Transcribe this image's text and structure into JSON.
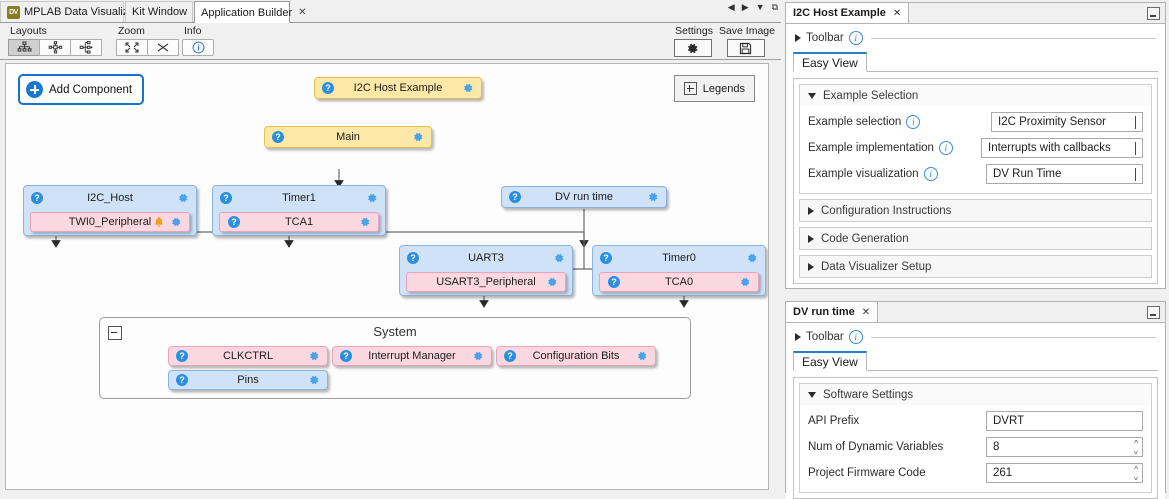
{
  "window": {
    "tabs": [
      {
        "label": "MPLAB Data Visualizer",
        "active": false,
        "logo": "DV"
      },
      {
        "label": "Kit Window",
        "active": false
      },
      {
        "label": "Application Builder",
        "active": true
      }
    ],
    "close_glyph": "✕",
    "nav": {
      "prev": "◀",
      "next": "▶",
      "list": "▼",
      "restore": "⧉"
    }
  },
  "toolbar": {
    "layouts_label": "Layouts",
    "zoom_label": "Zoom",
    "info_label": "Info",
    "settings_label": "Settings",
    "save_image_label": "Save Image",
    "buttons": {
      "layout_tree_down": "layout-tree-down",
      "layout_radial": "layout-radial",
      "layout_tree_right": "layout-tree-right",
      "zoom_fit": "zoom-fit",
      "zoom_collapse": "zoom-collapse",
      "info": "info",
      "settings": "gear",
      "save_image": "floppy-disk"
    }
  },
  "canvas": {
    "add_component_label": "Add Component",
    "legends_label": "Legends",
    "system_label": "System",
    "nodes": {
      "i2c_host_example": "I2C Host Example",
      "main": "Main",
      "i2c_host": "I2C_Host",
      "twi0_peripheral": "TWI0_Peripheral",
      "timer1": "Timer1",
      "tca1": "TCA1",
      "dv_run_time": "DV run time",
      "uart3": "UART3",
      "usart3_peripheral": "USART3_Peripheral",
      "timer0": "Timer0",
      "tca0": "TCA0",
      "clkctrl": "CLKCTRL",
      "interrupt_manager": "Interrupt Manager",
      "configuration_bits": "Configuration Bits",
      "pins": "Pins"
    },
    "icons": {
      "help": "?",
      "gear": "gear-icon",
      "bell": "bell-icon"
    }
  },
  "right": {
    "dock_top": {
      "tab_label": "I2C Host Example",
      "toolbar_label": "Toolbar",
      "view_tab_label": "Easy View",
      "sections": [
        {
          "label": "Example Selection",
          "open": true
        },
        {
          "label": "Configuration Instructions",
          "open": false
        },
        {
          "label": "Code Generation",
          "open": false
        },
        {
          "label": "Data Visualizer Setup",
          "open": false
        }
      ],
      "fields": [
        {
          "label": "Example selection",
          "value": "I2C Proximity Sensor",
          "type": "select"
        },
        {
          "label": "Example implementation",
          "value": "Interrupts with callbacks",
          "type": "select"
        },
        {
          "label": "Example visualization",
          "value": "DV Run Time",
          "type": "select"
        }
      ]
    },
    "dock_bottom": {
      "tab_label": "DV run time",
      "toolbar_label": "Toolbar",
      "view_tab_label": "Easy View",
      "sections": [
        {
          "label": "Software Settings",
          "open": true
        }
      ],
      "fields": [
        {
          "label": "API Prefix",
          "value": "DVRT",
          "type": "text"
        },
        {
          "label": "Num of Dynamic Variables",
          "value": "8",
          "type": "spinner"
        },
        {
          "label": "Project Firmware Code",
          "value": "261",
          "type": "spinner"
        }
      ]
    },
    "close_glyph": "✕"
  },
  "colors": {
    "accent": "#1878d2",
    "node_yellow": "#fde8a8",
    "node_blue": "#cfe2f7",
    "node_pink": "#fbd7e2",
    "help_icon": "#2b8fe0",
    "gear_icon": "#4aa3e8",
    "bell_icon": "#f0a020"
  }
}
